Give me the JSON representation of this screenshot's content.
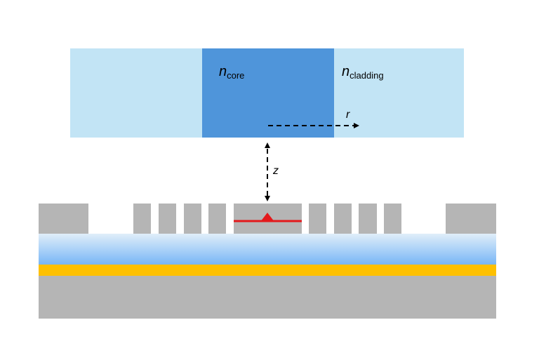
{
  "diagram": {
    "fiber": {
      "core_label_main": "n",
      "core_label_sub": "core",
      "cladding_label_main": "n",
      "cladding_label_sub": "cladding",
      "radial_axis_label": "r",
      "cladding_color": "#c2e4f5",
      "core_color": "#4f95da"
    },
    "gap": {
      "axis_label": "z"
    },
    "chip": {
      "grating_color": "#b5b5b5",
      "mode_color": "#e3191c",
      "cladding_gradient_top": "#e0eef9",
      "cladding_gradient_bottom": "#78b6f6",
      "metal_layer_color": "#fec000",
      "substrate_color": "#b5b5b5",
      "left_grating_teeth": 4,
      "right_grating_teeth": 4
    }
  }
}
